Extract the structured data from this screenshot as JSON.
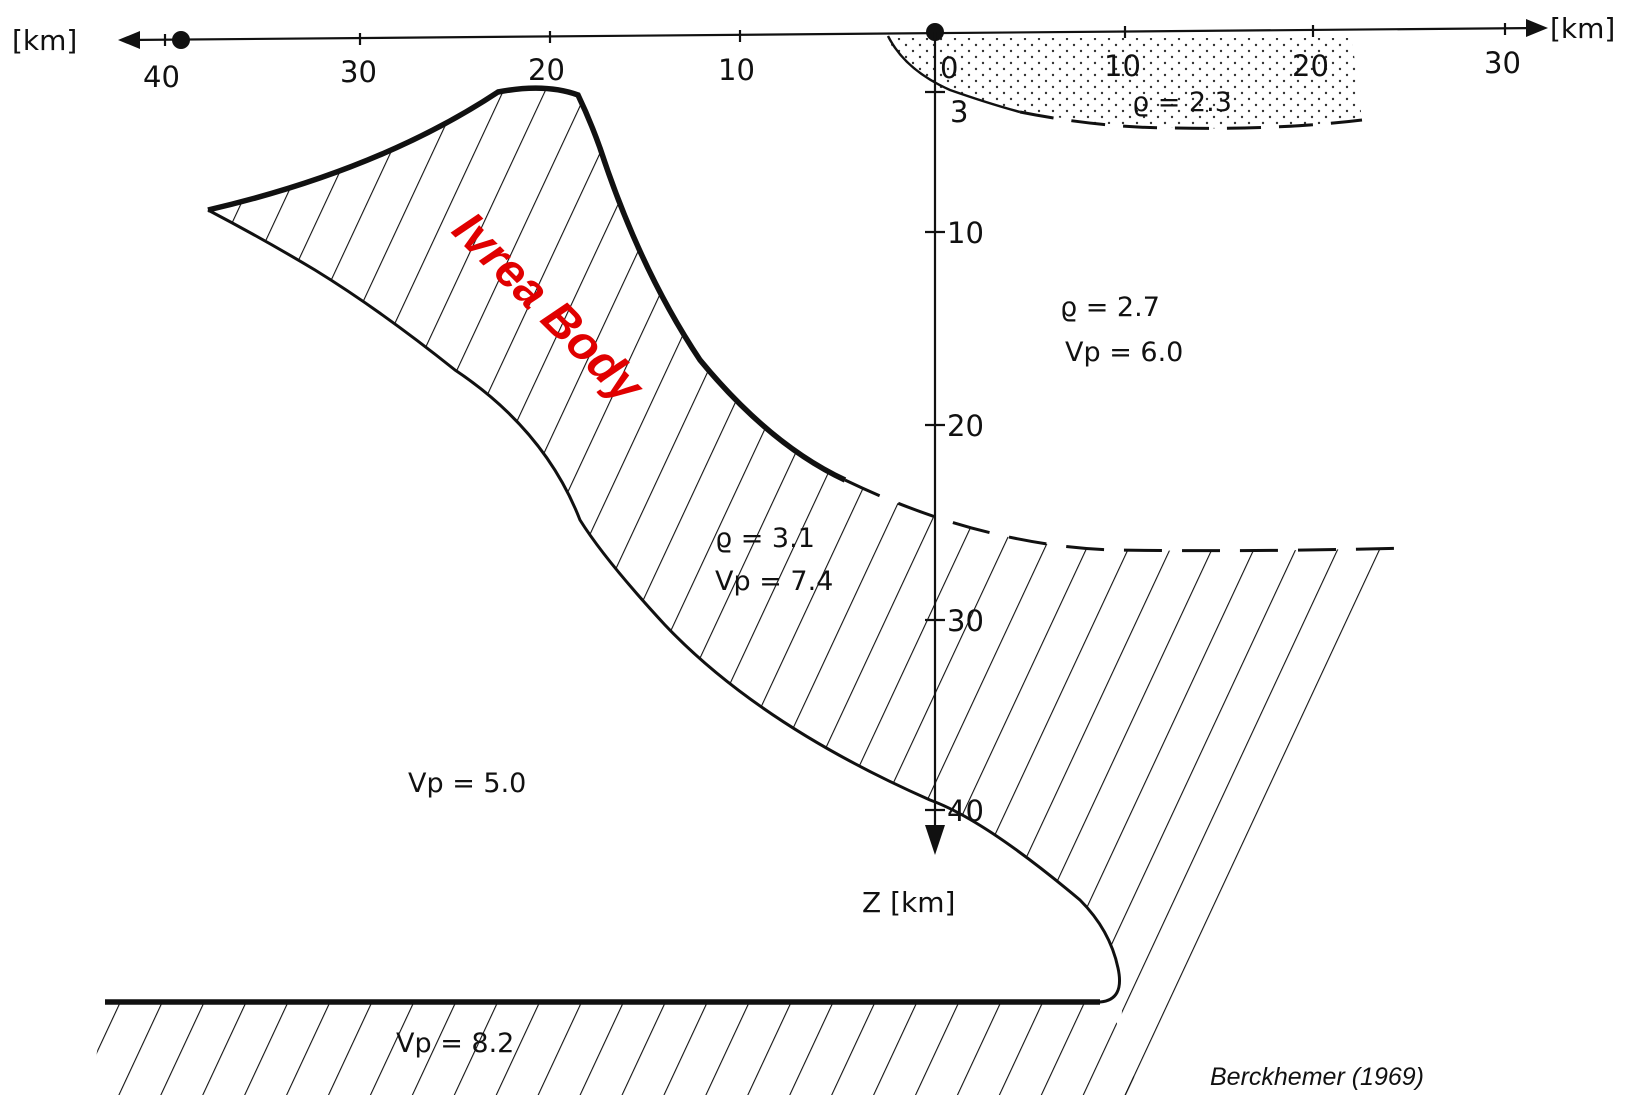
{
  "diagram": {
    "horizontal_axis": {
      "left_unit": "[km]",
      "right_unit": "[km]",
      "left_ticks": [
        "40",
        "30",
        "20",
        "10"
      ],
      "right_ticks": [
        "0",
        "10",
        "20",
        "30"
      ]
    },
    "depth_axis": {
      "label": "Z [km]",
      "ticks": [
        "3",
        "10",
        "20",
        "30",
        "40"
      ]
    },
    "title": "Ivrea Body",
    "zones": {
      "sediment": {
        "rho": "ϱ = 2.3"
      },
      "crust": {
        "rho": "ϱ = 2.7",
        "vp": "Vp = 6.0"
      },
      "ivrea": {
        "rho": "ϱ = 3.1",
        "vp": "Vp = 7.4"
      },
      "lower_left": {
        "vp": "Vp = 5.0"
      },
      "mantle": {
        "vp": "Vp = 8.2"
      }
    },
    "credit": "Berckhemer (1969)",
    "colors": {
      "ink": "#111111",
      "title": "#e00000"
    }
  }
}
